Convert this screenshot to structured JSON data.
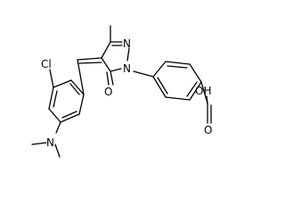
{
  "molecule": {
    "atoms": {
      "chlorine": "Cl",
      "pyrazole_n2": "N",
      "pyrazole_n1": "N",
      "ketone_o": "O",
      "amine_n": "N",
      "carboxyl_oh": "OH",
      "carboxyl_o": "O"
    }
  }
}
